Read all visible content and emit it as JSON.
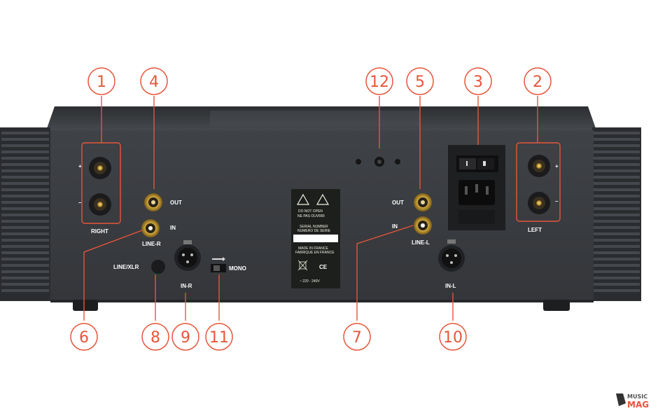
{
  "panel": {
    "labels": {
      "plus": "+",
      "minus": "–",
      "right": "RIGHT",
      "left": "LEFT",
      "out": "OUT",
      "in": "IN",
      "line_r": "LINE-R",
      "line_l": "LINE-L",
      "line_xlr": "LINE/XLR",
      "in_r": "IN-R",
      "in_l": "IN-L",
      "mono": "MONO"
    },
    "warning_label": {
      "line1": "DO NOT OPEN",
      "line2": "NE PAS OUVRIR",
      "serial1": "SERIAL NUMBER",
      "serial2": "NUMERO DE SERIE",
      "made1": "MADE IN FRANCE",
      "made2": "FABRIQUE EN FRANCE",
      "ce": "CE",
      "voltage": "~ 220 - 240V"
    }
  },
  "callouts": [
    "1",
    "2",
    "3",
    "4",
    "5",
    "6",
    "7",
    "8",
    "9",
    "10",
    "11",
    "12"
  ],
  "watermark": {
    "line1": "MUSIC",
    "line2": "MAG"
  },
  "colors": {
    "chassis": "#3a3c3f",
    "callout": "#e8553a",
    "gold": "#c9a23a"
  }
}
